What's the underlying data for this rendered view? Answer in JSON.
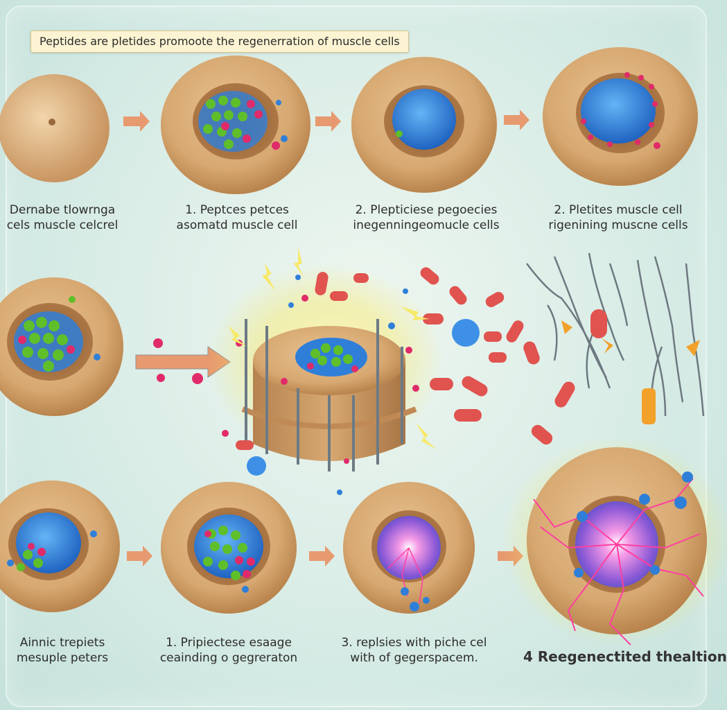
{
  "title": "Peptides are pletides promoote the regenerration of muscle cells",
  "captions": {
    "r1c1": [
      "Dernabe tlowrnga",
      "cels muscle celcrel"
    ],
    "r1c2": [
      "1. Peptces petces",
      "asomatd muscle cell"
    ],
    "r1c3": [
      "2. Plepticiese pegoecies",
      "inegenningeomucle cells"
    ],
    "r1c4": [
      "2. Pletites muscle cell",
      "rigenining muscne cells"
    ],
    "r3c1": [
      "Ainnic trepiets",
      "mesuple peters"
    ],
    "r3c2": [
      "1. Pripiectese esaage",
      "ceainding o gegreraton"
    ],
    "r3c3": [
      "3. replsies with piche cel",
      "with of gegerspacem."
    ],
    "r3c4": [
      "4 Reegenectited thealtion"
    ]
  },
  "colors": {
    "cell_outer": "#d7a871",
    "cell_inner": "#c48f5c",
    "nucleus": "#2f7fd9",
    "peptide_green": "#5fbf2a",
    "peptide_pink": "#e02a6a",
    "peptide_red": "#e0534f",
    "arrow": "#e79a6f",
    "glow": "#f7e96b",
    "energy": "#ff3fa0"
  },
  "icons": [
    "right-arrow-icon",
    "peptide-icon",
    "nerve-fiber-icon",
    "spark-icon"
  ]
}
